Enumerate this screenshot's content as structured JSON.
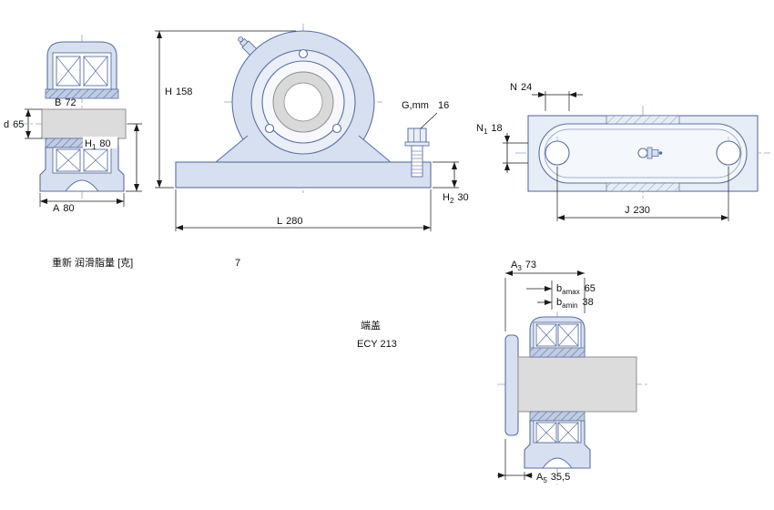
{
  "drawing": {
    "type": "bearing-unit-technical-drawing",
    "colors": {
      "outline": "#5b70a0",
      "fill_light_blue": "#d7e0f0",
      "shaft_gray": "#dcdcdc",
      "dimension": "#1a1a1a"
    }
  },
  "views": {
    "section": {
      "dim_B": {
        "label": "B",
        "value": "72"
      },
      "dim_d": {
        "label": "d",
        "value": "65"
      },
      "dim_H1": {
        "base": "H",
        "sub": "1",
        "value": "80"
      },
      "dim_A": {
        "label": "A",
        "value": "80"
      }
    },
    "front": {
      "dim_H": {
        "label": "H",
        "value": "158"
      },
      "dim_G": {
        "label": "G,mm",
        "value": "16"
      },
      "dim_H2": {
        "base": "H",
        "sub": "2",
        "value": "30"
      },
      "dim_L": {
        "label": "L",
        "value": "280"
      }
    },
    "plan": {
      "dim_N": {
        "label": "N",
        "value": "24"
      },
      "dim_N1": {
        "base": "N",
        "sub": "1",
        "value": "18"
      },
      "dim_J": {
        "label": "J",
        "value": "230"
      }
    },
    "side": {
      "dim_A3": {
        "base": "A",
        "sub": "3",
        "value": "73"
      },
      "dim_bamax": {
        "base": "b",
        "sub": "amax",
        "value": "65"
      },
      "dim_bamin": {
        "base": "b",
        "sub": "amin",
        "value": "38"
      },
      "dim_A5": {
        "base": "A",
        "sub": "5",
        "value": "35,5"
      }
    }
  },
  "notes": {
    "grease_label": "重新 润滑脂量 [克]",
    "grease_value": "7",
    "endcap_label": "端盖",
    "endcap_value": "ECY 213"
  }
}
